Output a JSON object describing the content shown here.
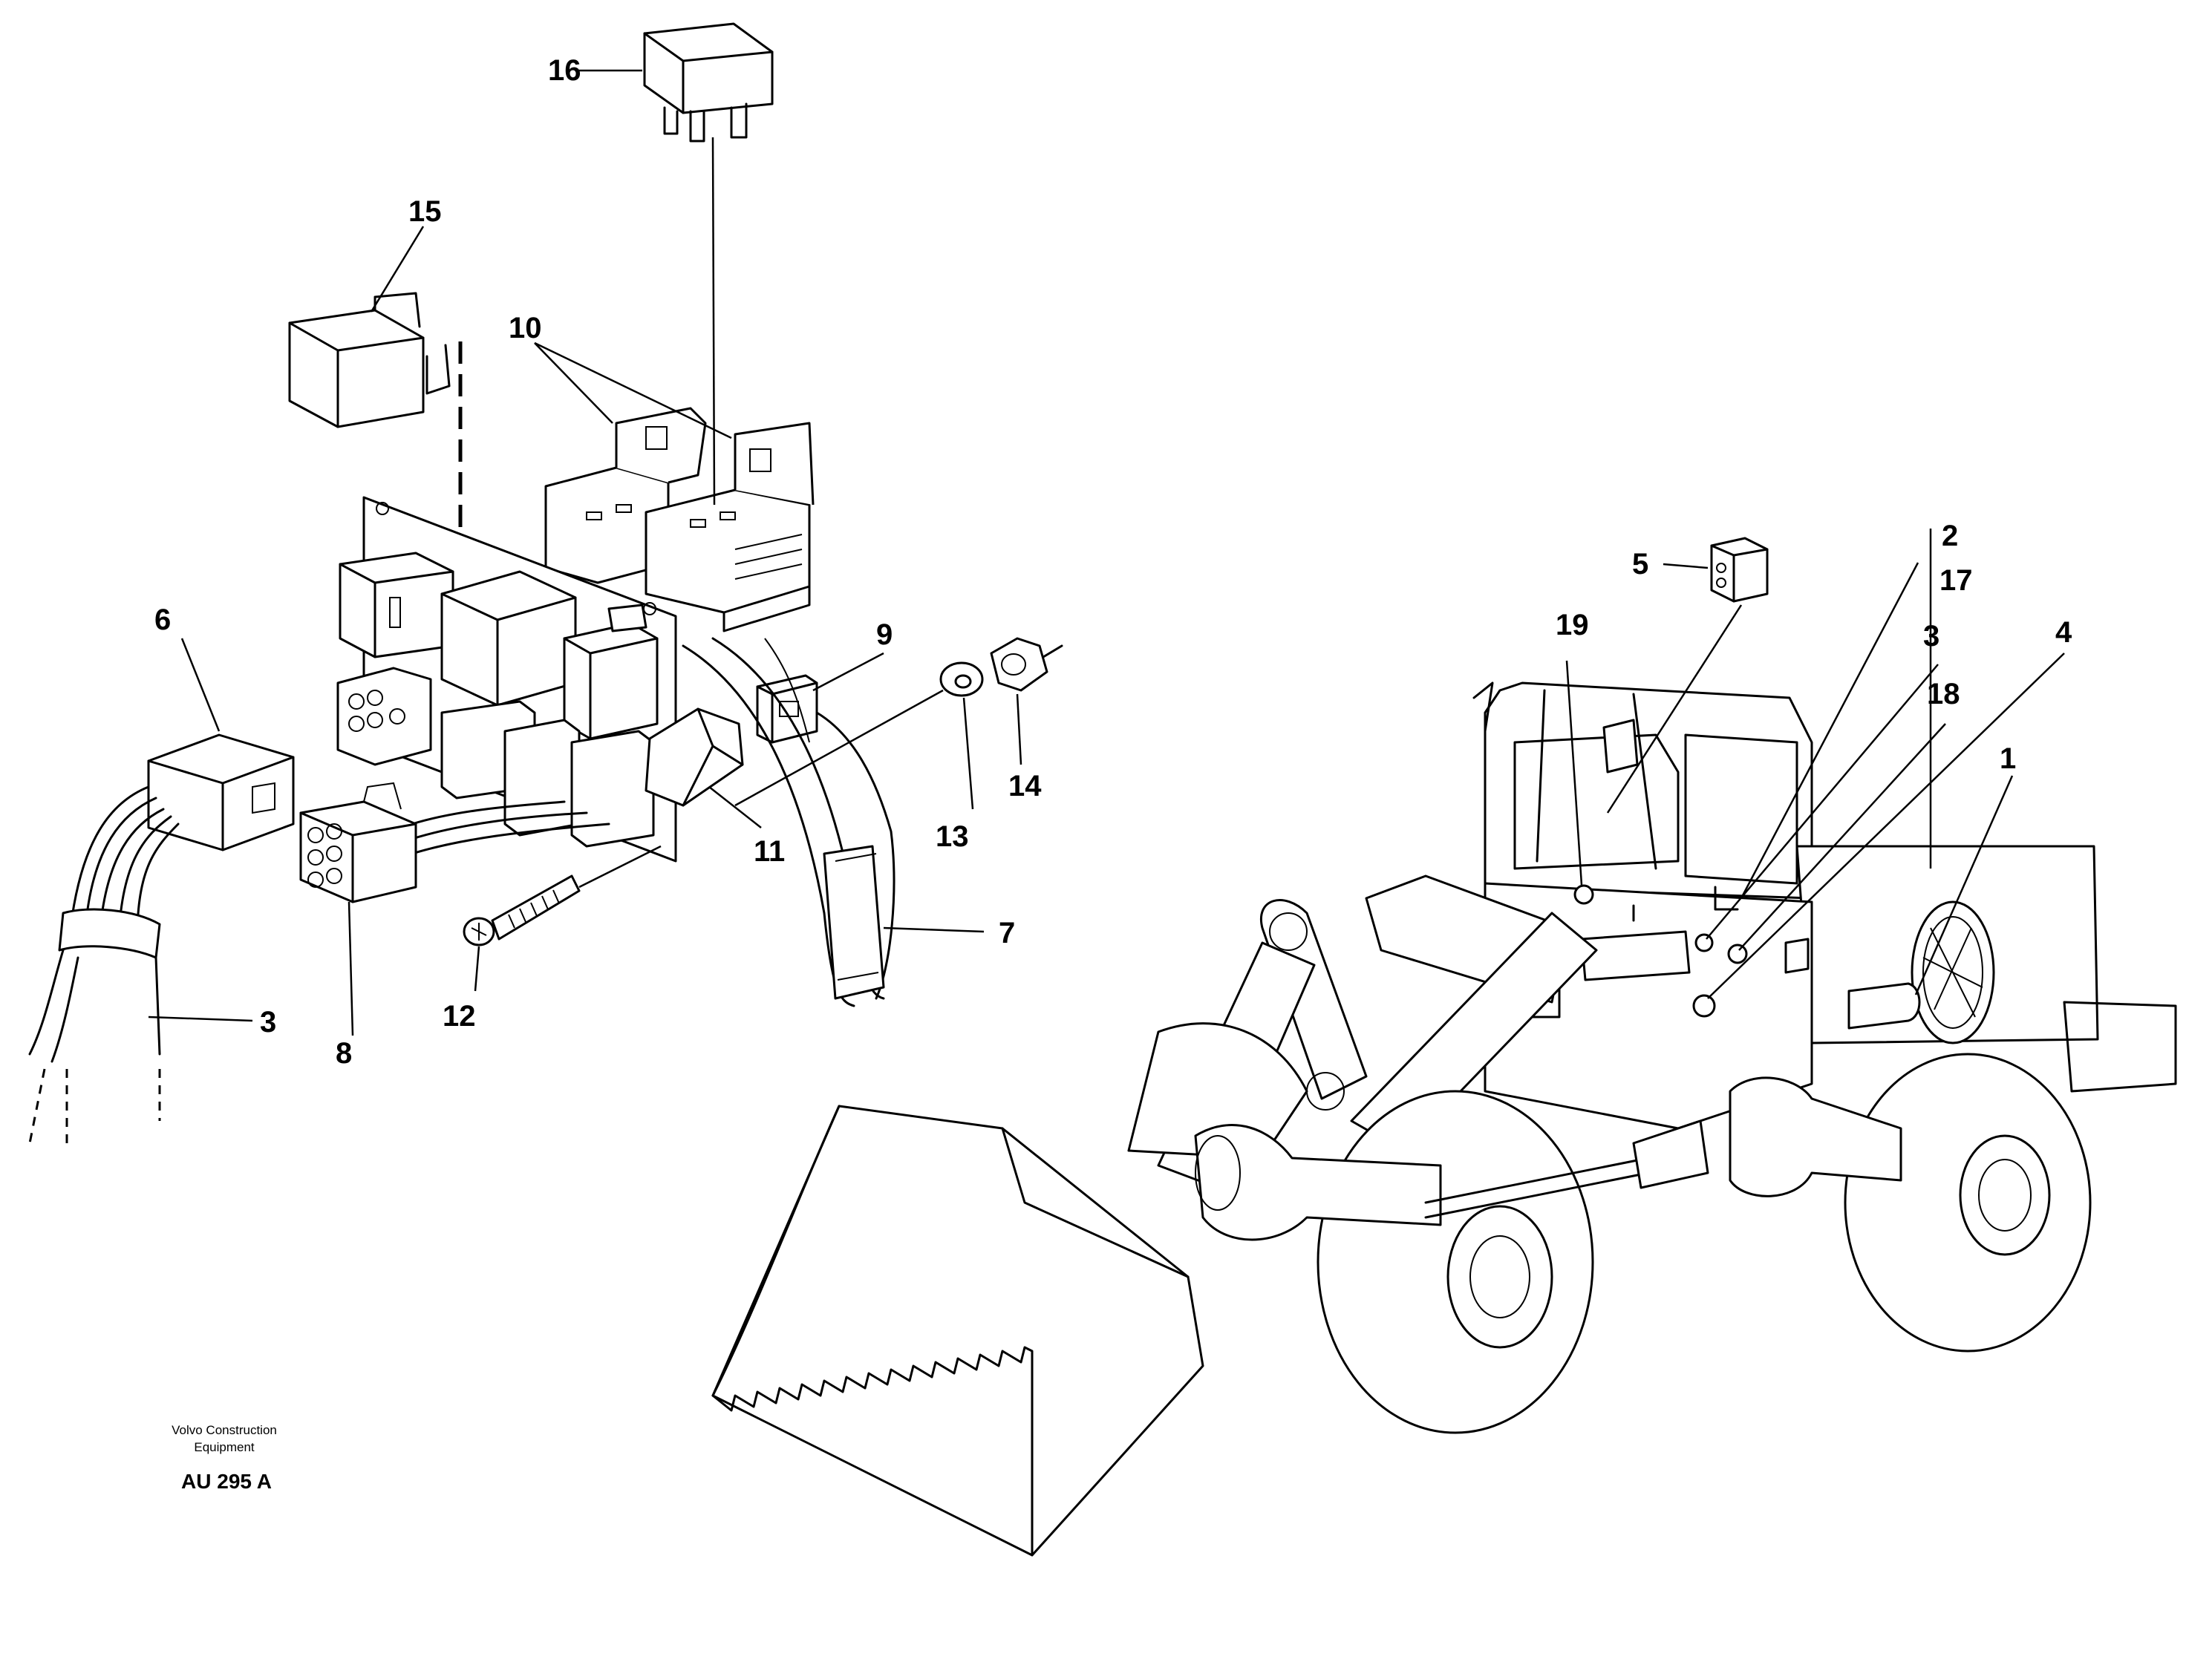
{
  "callouts": {
    "c1": "1",
    "c2": "2",
    "c3a": "3",
    "c3b": "3",
    "c4": "4",
    "c5": "5",
    "c6": "6",
    "c7": "7",
    "c8": "8",
    "c9": "9",
    "c10": "10",
    "c11": "11",
    "c12": "12",
    "c13": "13",
    "c14": "14",
    "c15": "15",
    "c16": "16",
    "c17": "17",
    "c18": "18",
    "c19": "19"
  },
  "footer": {
    "brand_line1": "Volvo Construction",
    "brand_line2": "Equipment",
    "drawing_code": "AU 295 A"
  }
}
